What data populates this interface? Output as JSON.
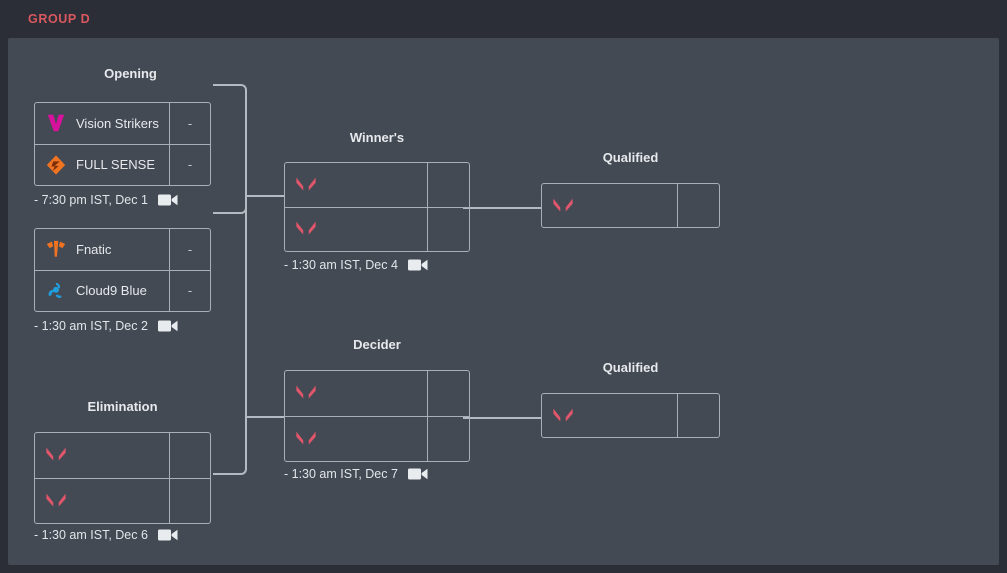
{
  "header": {
    "group_label": "GROUP D"
  },
  "colors": {
    "page_bg": "#2b2e36",
    "panel_bg": "#434a54",
    "accent_group": "#d9575f",
    "border": "#a9afb8",
    "text": "#e7e9ec",
    "valorant_logo": "#e2566b",
    "vision_strikers_logo": "#d6119b",
    "full_sense_logo": "#f07321",
    "fnatic_logo": "#f07321",
    "cloud9_logo": "#1f9fe0"
  },
  "stages": {
    "opening": {
      "label": "Opening"
    },
    "winners": {
      "label": "Winner's"
    },
    "decider": {
      "label": "Decider"
    },
    "elimination": {
      "label": "Elimination"
    },
    "qualified_top": {
      "label": "Qualified"
    },
    "qualified_bottom": {
      "label": "Qualified"
    }
  },
  "matches": {
    "opening_1": {
      "rows": [
        {
          "team": "Vision Strikers",
          "logo": "vision-strikers-logo",
          "score": "-"
        },
        {
          "team": "FULL SENSE",
          "logo": "full-sense-logo",
          "score": "-"
        }
      ],
      "time": "-  7:30 pm IST, Dec 1",
      "stream_icon": "video-camera-icon"
    },
    "opening_2": {
      "rows": [
        {
          "team": "Fnatic",
          "logo": "fnatic-logo",
          "score": "-"
        },
        {
          "team": "Cloud9 Blue",
          "logo": "cloud9-logo",
          "score": "-"
        }
      ],
      "time": "-  1:30 am IST, Dec 2",
      "stream_icon": "video-camera-icon"
    },
    "winners": {
      "rows": [
        {
          "team": "",
          "logo": "valorant-placeholder-logo",
          "score": ""
        },
        {
          "team": "",
          "logo": "valorant-placeholder-logo",
          "score": ""
        }
      ],
      "time": "-  1:30 am IST, Dec 4",
      "stream_icon": "video-camera-icon"
    },
    "elimination": {
      "rows": [
        {
          "team": "",
          "logo": "valorant-placeholder-logo",
          "score": ""
        },
        {
          "team": "",
          "logo": "valorant-placeholder-logo",
          "score": ""
        }
      ],
      "time": "-  1:30 am IST, Dec 6",
      "stream_icon": "video-camera-icon"
    },
    "decider": {
      "rows": [
        {
          "team": "",
          "logo": "valorant-placeholder-logo",
          "score": ""
        },
        {
          "team": "",
          "logo": "valorant-placeholder-logo",
          "score": ""
        }
      ],
      "time": "-  1:30 am IST, Dec 7",
      "stream_icon": "video-camera-icon"
    },
    "qualified_top": {
      "rows": [
        {
          "team": "",
          "logo": "valorant-placeholder-logo",
          "score": ""
        }
      ]
    },
    "qualified_bottom": {
      "rows": [
        {
          "team": "",
          "logo": "valorant-placeholder-logo",
          "score": ""
        }
      ]
    }
  }
}
